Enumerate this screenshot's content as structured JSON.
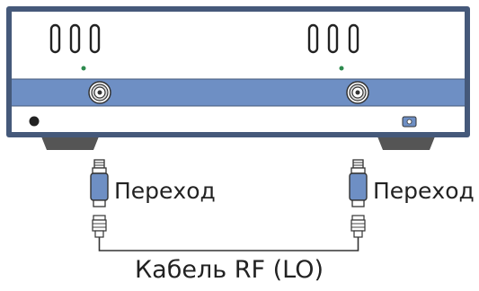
{
  "labels": {
    "adapter_left": "Переход",
    "adapter_right": "Переход",
    "cable": "Кабель RF (LO)"
  },
  "colors": {
    "frame": "#45597a",
    "port_band": "#6e8fc4",
    "panel": "#ffffff",
    "adapter_blue": "#6e8fc4",
    "feet": "#555555",
    "indicator": "#2d8a4e"
  },
  "icons": {
    "port_connector": "n-type-connector-icon",
    "power_button": "power-button-icon",
    "usb_port": "usb-port-icon"
  }
}
